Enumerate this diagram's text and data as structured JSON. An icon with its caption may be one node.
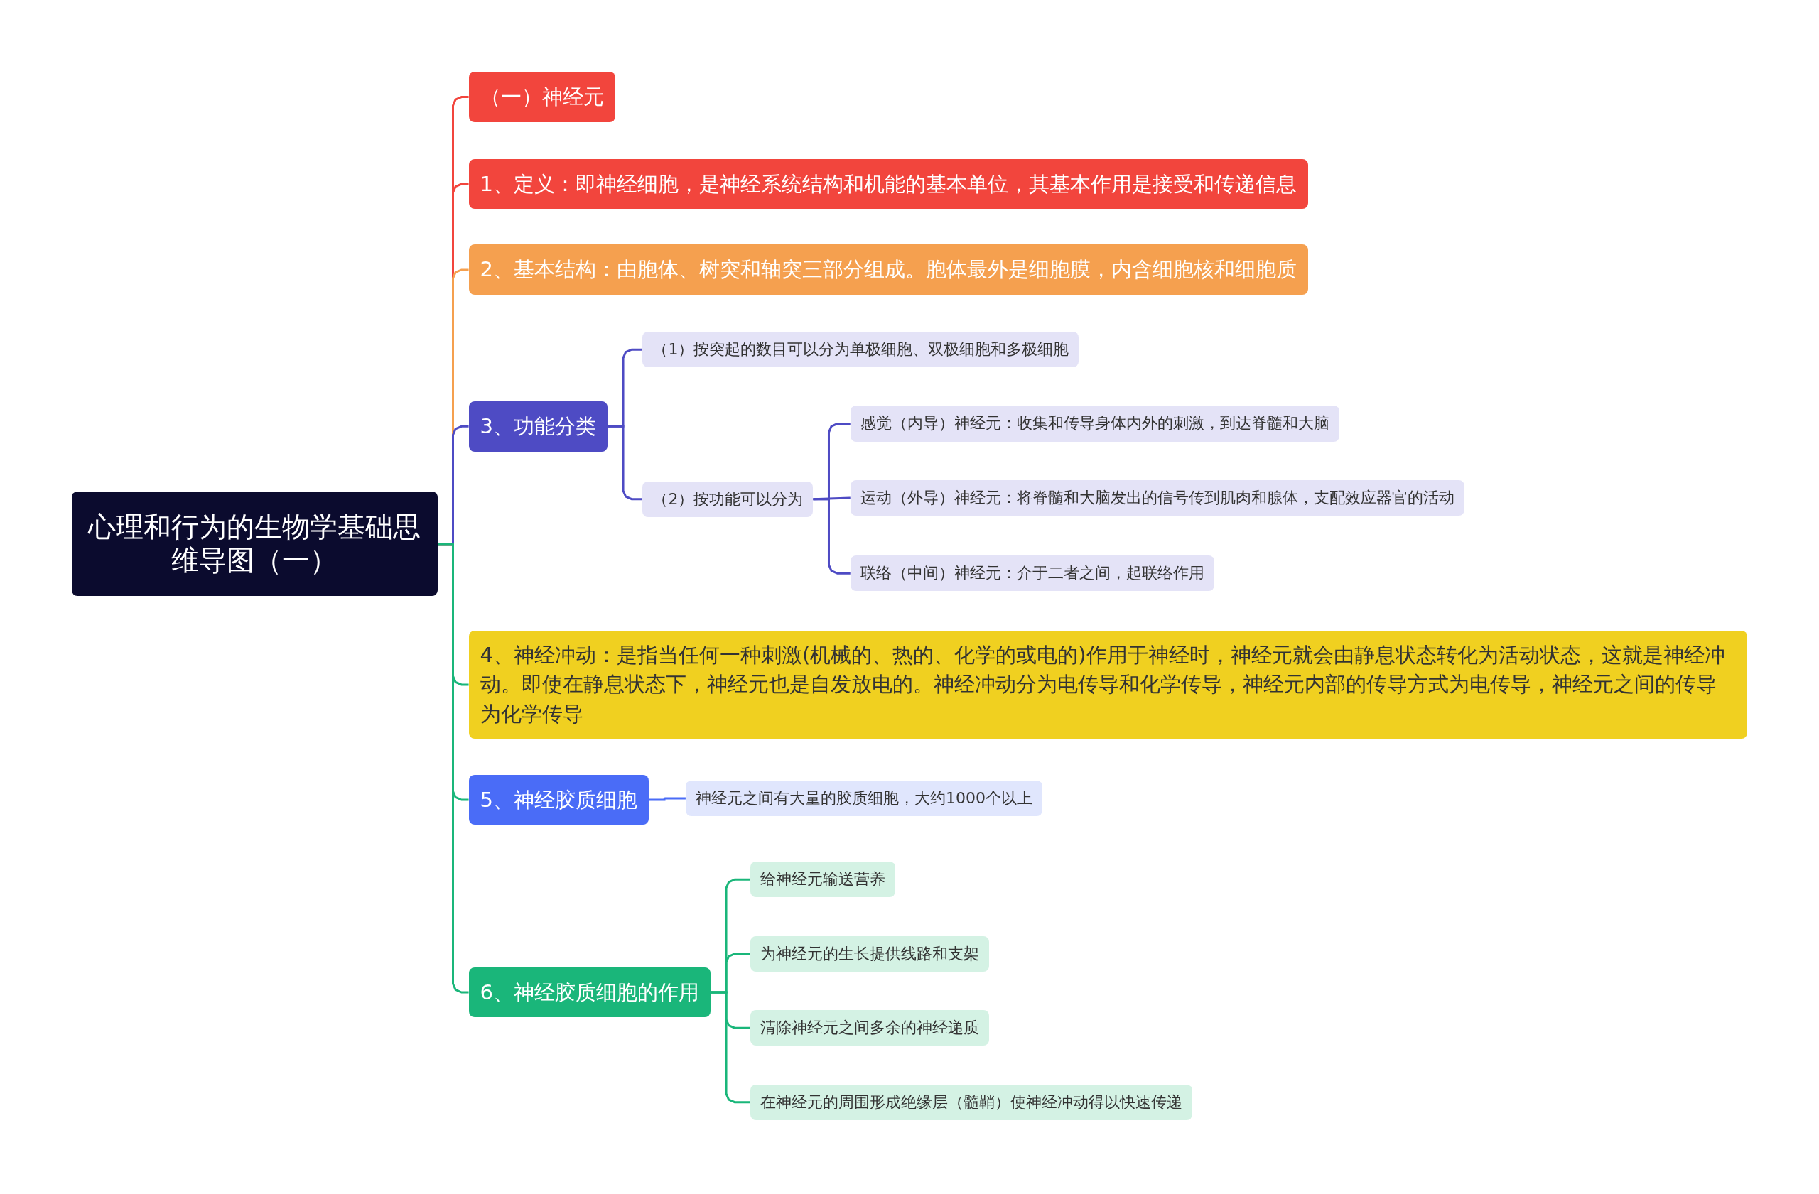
{
  "diagram": {
    "nodes": [
      {
        "text": [
          "心理和行为的生物学基础思维导图（一）"
        ]
      },
      {
        "text": [
          "（一）神经元"
        ]
      },
      {
        "text": [
          "1、定义：即神经细胞，是神经系统结构和机能的基本单位，其基本作用是接受和传递信息"
        ]
      },
      {
        "text": [
          "2、基本结构：由胞体、树突和轴突三部分组成。胞体最外是细胞膜，内含细胞核和细胞质"
        ]
      },
      {
        "text": [
          "3、功能分类"
        ]
      },
      {
        "text": [
          "（1）按突起的数目可以分为单极细胞、双极细胞和多极细胞"
        ]
      },
      {
        "text": [
          "（2）按功能可以分为"
        ]
      },
      {
        "text": [
          "感觉（内导）神经元：收集和传导身体内外的刺激，到达脊髓和大脑"
        ]
      },
      {
        "text": [
          "运动（外导）神经元：将脊髓和大脑发出的信号传到肌肉和腺体，支配效应器官的活动"
        ]
      },
      {
        "text": [
          "联络（中间）神经元：介于二者之间，起联络作用"
        ]
      },
      {
        "text": [
          "4、神经冲动：是指当任何一种刺激(机械的、热的、化学的或电的)作用于神经时，神经元就会由静息状态转化为活动状态，这就是神经冲动。即使在静息状态下，神经元也是自发放电的。神经冲动分为电传导和化学传导，神经元内部的传导方式为电传导，神经元之间的传导为化学传导"
        ]
      },
      {
        "text": [
          "5、神经胶质细胞"
        ]
      },
      {
        "text": [
          "神经元之间有大量的胶质细胞，大约1000个以上"
        ]
      },
      {
        "text": [
          "6、神经胶质细胞的作用"
        ]
      },
      {
        "text": [
          "给神经元输送营养"
        ]
      },
      {
        "text": [
          "为神经元的生长提供线路和支架"
        ]
      },
      {
        "text": [
          "清除神经元之间多余的神经递质"
        ]
      },
      {
        "text": [
          "在神经元的周围形成绝缘层（髓鞘）使神经冲动得以快速传递"
        ]
      }
    ],
    "edges": [
      {
        "from": 0,
        "to": 1,
        "arrow": "none",
        "color": "#f2453d"
      },
      {
        "from": 0,
        "to": 2,
        "arrow": "none",
        "color": "#f2453d"
      },
      {
        "from": 0,
        "to": 3,
        "arrow": "none",
        "color": "#f5a04f"
      },
      {
        "from": 0,
        "to": 4,
        "arrow": "none",
        "color": "#4e4bc4"
      },
      {
        "from": 4,
        "to": 5,
        "arrow": "none",
        "color": "#4e4bc4"
      },
      {
        "from": 4,
        "to": 6,
        "arrow": "none",
        "color": "#4e4bc4"
      },
      {
        "from": 6,
        "to": 7,
        "arrow": "none",
        "color": "#4e4bc4"
      },
      {
        "from": 6,
        "to": 8,
        "arrow": "none",
        "color": "#4e4bc4"
      },
      {
        "from": 6,
        "to": 9,
        "arrow": "none",
        "color": "#4e4bc4"
      },
      {
        "from": 0,
        "to": 10,
        "arrow": "none",
        "color": "#1ab67a"
      },
      {
        "from": 0,
        "to": 11,
        "arrow": "none",
        "color": "#1ab67a"
      },
      {
        "from": 11,
        "to": 12,
        "arrow": "none",
        "color": "#4a6cf7"
      },
      {
        "from": 0,
        "to": 13,
        "arrow": "none",
        "color": "#1ab67a"
      },
      {
        "from": 13,
        "to": 14,
        "arrow": "none",
        "color": "#1ab67a"
      },
      {
        "from": 13,
        "to": 15,
        "arrow": "none",
        "color": "#1ab67a"
      },
      {
        "from": 13,
        "to": 16,
        "arrow": "none",
        "color": "#1ab67a"
      },
      {
        "from": 13,
        "to": 17,
        "arrow": "none",
        "color": "#1ab67a"
      }
    ]
  }
}
